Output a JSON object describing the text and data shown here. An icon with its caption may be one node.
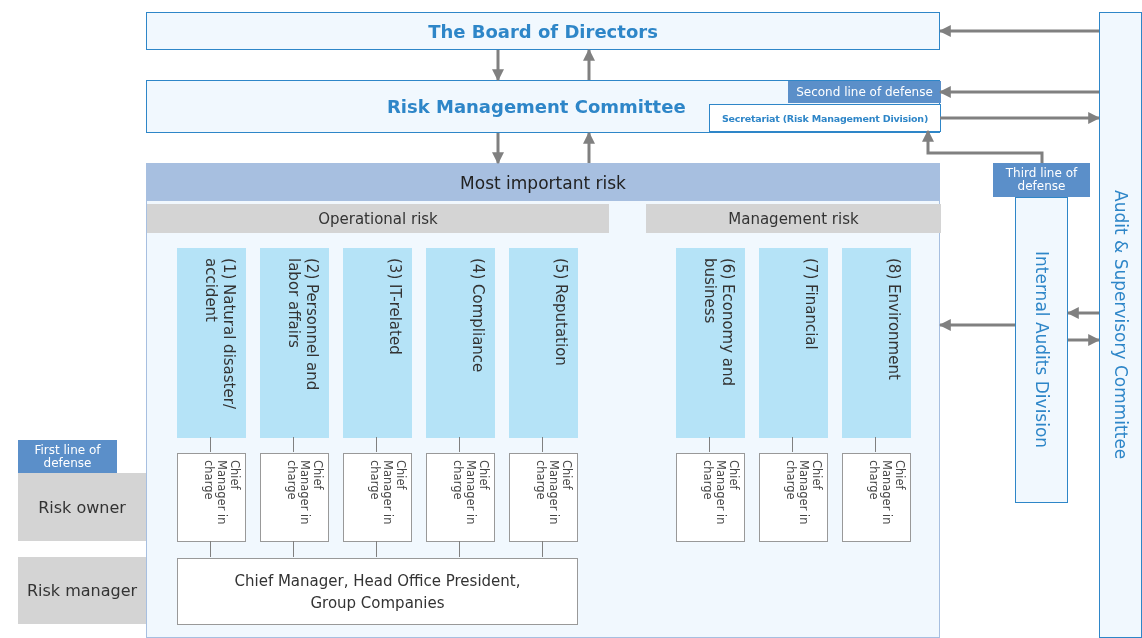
{
  "diagram": {
    "nodes": [
      {
        "text": [
          "The Board of Directors"
        ]
      },
      {
        "text": [
          "Risk Management Committee"
        ]
      },
      {
        "text": [
          "Secretariat (Risk Management Division)"
        ],
        "in": 1
      },
      {
        "text": [
          "Most important risk"
        ]
      },
      {
        "text": [
          "Operational risk"
        ],
        "in": 3
      },
      {
        "text": [
          "Management risk"
        ],
        "in": 3
      },
      {
        "text": [
          "(1) Natural disaster/ accident"
        ],
        "in": 3
      },
      {
        "text": [
          "(2) Personnel and labor affairs"
        ],
        "in": 3
      },
      {
        "text": [
          "(3) IT-related"
        ],
        "in": 3
      },
      {
        "text": [
          "(4) Compliance"
        ],
        "in": 3
      },
      {
        "text": [
          "(5) Reputation"
        ],
        "in": 3
      },
      {
        "text": [
          "(6) Economy and business"
        ],
        "in": 3
      },
      {
        "text": [
          "(7) Financial"
        ],
        "in": 3
      },
      {
        "text": [
          "(8) Environment"
        ],
        "in": 3
      },
      {
        "text": [
          "Chief Manager in charge"
        ],
        "in": 3
      },
      {
        "text": [
          "Chief Manager in charge"
        ],
        "in": 3
      },
      {
        "text": [
          "Chief Manager in charge"
        ],
        "in": 3
      },
      {
        "text": [
          "Chief Manager in charge"
        ],
        "in": 3
      },
      {
        "text": [
          "Chief Manager in charge"
        ],
        "in": 3
      },
      {
        "text": [
          "Chief Manager in charge"
        ],
        "in": 3
      },
      {
        "text": [
          "Chief Manager in charge"
        ],
        "in": 3
      },
      {
        "text": [
          "Chief Manager in charge"
        ],
        "in": 3
      },
      {
        "text": [
          "Chief Manager, Head Office President, Group Companies"
        ],
        "in": 3
      },
      {
        "text": [
          "Internal Audits Division"
        ]
      },
      {
        "text": [
          "Audit & Supervisory Committee"
        ]
      },
      {
        "text": [
          "Risk owner"
        ],
        "beside": [
          "First line of defense"
        ]
      },
      {
        "text": [
          "Risk manager"
        ]
      }
    ],
    "edges": [
      {
        "from": 0,
        "to": 1,
        "arrow": "to",
        "style": "thick"
      },
      {
        "from": 1,
        "to": 0,
        "arrow": "to",
        "style": "thick"
      },
      {
        "from": 1,
        "to": 3,
        "arrow": "to",
        "style": "thick"
      },
      {
        "from": 3,
        "to": 1,
        "arrow": "to",
        "style": "thick"
      },
      {
        "from": 24,
        "to": 0,
        "arrow": "to",
        "style": "thick"
      },
      {
        "from": 24,
        "to": 1,
        "arrow": "to",
        "style": "thick"
      },
      {
        "from": 2,
        "to": 24,
        "arrow": "to",
        "style": "thick"
      },
      {
        "from": 23,
        "to": 2,
        "arrow": "to",
        "style": "thick"
      },
      {
        "from": 23,
        "to": 3,
        "arrow": "to",
        "style": "thick"
      },
      {
        "from": 24,
        "to": 23,
        "arrow": "to",
        "style": "thick"
      },
      {
        "from": 23,
        "to": 24,
        "arrow": "to",
        "style": "thick"
      },
      {
        "from": 6,
        "to": 14,
        "arrow": "none"
      },
      {
        "from": 7,
        "to": 15,
        "arrow": "none"
      },
      {
        "from": 8,
        "to": 16,
        "arrow": "none"
      },
      {
        "from": 9,
        "to": 17,
        "arrow": "none"
      },
      {
        "from": 10,
        "to": 18,
        "arrow": "none"
      },
      {
        "from": 11,
        "to": 19,
        "arrow": "none"
      },
      {
        "from": 12,
        "to": 20,
        "arrow": "none"
      },
      {
        "from": 13,
        "to": 21,
        "arrow": "none"
      },
      {
        "from": 14,
        "to": 22,
        "arrow": "none"
      },
      {
        "from": 15,
        "to": 22,
        "arrow": "none"
      },
      {
        "from": 16,
        "to": 22,
        "arrow": "none"
      },
      {
        "from": 17,
        "to": 22,
        "arrow": "none"
      },
      {
        "from": 18,
        "to": 22,
        "arrow": "none"
      }
    ],
    "labels": [
      "Second line of defense",
      "Third line of defense"
    ]
  }
}
